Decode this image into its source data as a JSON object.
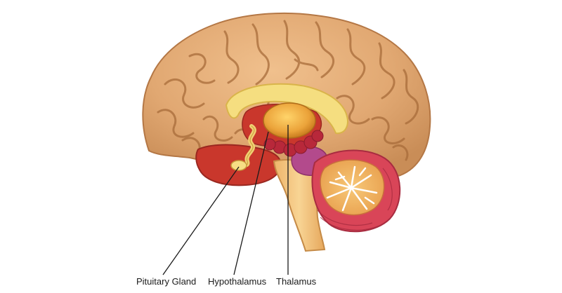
{
  "labels": {
    "pituitary": "Pituitary Gland",
    "hypothalamus": "Hypothalamus",
    "thalamus": "Thalamus"
  },
  "colors": {
    "cortex": "#e1a872",
    "cortex_shadow": "#b87a48",
    "brainstem": "#f2c27e",
    "corpus_callosum": "#f5de80",
    "thalamus": "#e8a02e",
    "hypothalamus_region": "#c9372c",
    "pituitary": "#f7de85",
    "cerebellum_outer": "#d9465a",
    "cerebellum_inner": "#f3bd68",
    "leader_line": "#1a1a1a"
  }
}
